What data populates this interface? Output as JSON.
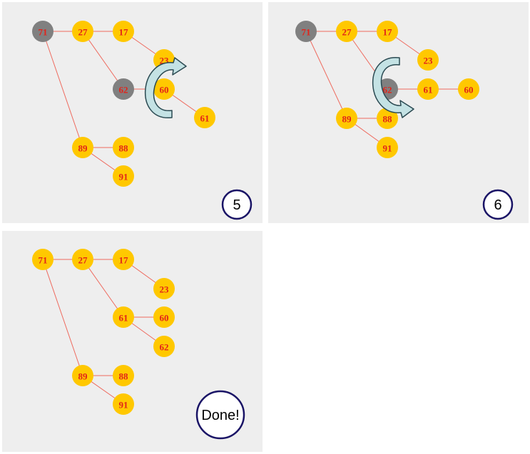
{
  "panels": [
    {
      "id": "step-5",
      "step_label": "5",
      "gray_nodes": [
        "71",
        "62"
      ],
      "nodes": [
        {
          "key": "71"
        },
        {
          "key": "27"
        },
        {
          "key": "17"
        },
        {
          "key": "23"
        },
        {
          "key": "62"
        },
        {
          "key": "60"
        },
        {
          "key": "61"
        },
        {
          "key": "89"
        },
        {
          "key": "88"
        },
        {
          "key": "91"
        }
      ],
      "edges": [
        [
          "71",
          "27"
        ],
        [
          "27",
          "17"
        ],
        [
          "17",
          "23"
        ],
        [
          "27",
          "62"
        ],
        [
          "62",
          "60"
        ],
        [
          "60",
          "61"
        ],
        [
          "71",
          "89"
        ],
        [
          "89",
          "88"
        ],
        [
          "89",
          "91"
        ]
      ],
      "rotation": "clockwise"
    },
    {
      "id": "step-6",
      "step_label": "6",
      "gray_nodes": [
        "71",
        "62"
      ],
      "nodes": [
        {
          "key": "71"
        },
        {
          "key": "27"
        },
        {
          "key": "17"
        },
        {
          "key": "23"
        },
        {
          "key": "62"
        },
        {
          "key": "61"
        },
        {
          "key": "60"
        },
        {
          "key": "89"
        },
        {
          "key": "88"
        },
        {
          "key": "91"
        }
      ],
      "edges": [
        [
          "71",
          "27"
        ],
        [
          "27",
          "17"
        ],
        [
          "17",
          "23"
        ],
        [
          "27",
          "62"
        ],
        [
          "62",
          "61"
        ],
        [
          "61",
          "60"
        ],
        [
          "71",
          "89"
        ],
        [
          "89",
          "88"
        ],
        [
          "89",
          "91"
        ]
      ],
      "rotation": "counterclockwise"
    },
    {
      "id": "step-done",
      "step_label": "Done!",
      "gray_nodes": [],
      "nodes": [
        {
          "key": "71"
        },
        {
          "key": "27"
        },
        {
          "key": "17"
        },
        {
          "key": "23"
        },
        {
          "key": "61"
        },
        {
          "key": "60"
        },
        {
          "key": "62"
        },
        {
          "key": "89"
        },
        {
          "key": "88"
        },
        {
          "key": "91"
        }
      ],
      "edges": [
        [
          "71",
          "27"
        ],
        [
          "27",
          "17"
        ],
        [
          "17",
          "23"
        ],
        [
          "27",
          "61"
        ],
        [
          "61",
          "60"
        ],
        [
          "61",
          "62"
        ],
        [
          "71",
          "89"
        ],
        [
          "89",
          "88"
        ],
        [
          "89",
          "91"
        ]
      ],
      "rotation": "none"
    }
  ],
  "colors": {
    "node_fill": "#ffc800",
    "node_active": "#808080",
    "edge": "#ee6a5e",
    "label": "#e2231a",
    "step_ring": "#1a1466",
    "arrow_fill": "#c4e2e4"
  }
}
